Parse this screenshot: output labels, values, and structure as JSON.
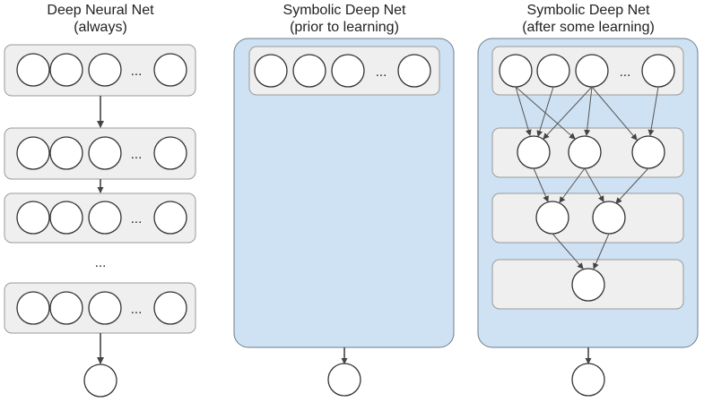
{
  "columns": [
    {
      "title_line1": "Deep Neural Net",
      "title_line2": "(always)"
    },
    {
      "title_line1": "Symbolic Deep Net",
      "title_line2": "(prior to learning)"
    },
    {
      "title_line1": "Symbolic Deep Net",
      "title_line2": "(after some learning)"
    }
  ],
  "ellipsis": "...",
  "colors": {
    "panel_fill": "#cfe2f3",
    "layer_fill": "#efefef",
    "node_fill": "#ffffff",
    "stroke": "#333333"
  }
}
